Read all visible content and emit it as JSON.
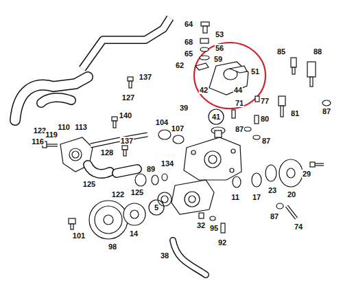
{
  "diagram": {
    "labels": [
      "64",
      "53",
      "68",
      "56",
      "65",
      "59",
      "62",
      "51",
      "85",
      "88",
      "44",
      "42",
      "39",
      "41",
      "77",
      "81",
      "71",
      "80",
      "87",
      "87",
      "87",
      "127",
      "137",
      "123",
      "140",
      "110",
      "113",
      "119",
      "116",
      "104",
      "107",
      "128",
      "137",
      "89",
      "134",
      "125",
      "125",
      "122",
      "5",
      "11",
      "17",
      "23",
      "20",
      "29",
      "87",
      "74",
      "101",
      "98",
      "14",
      "38",
      "32",
      "95",
      "92"
    ]
  }
}
